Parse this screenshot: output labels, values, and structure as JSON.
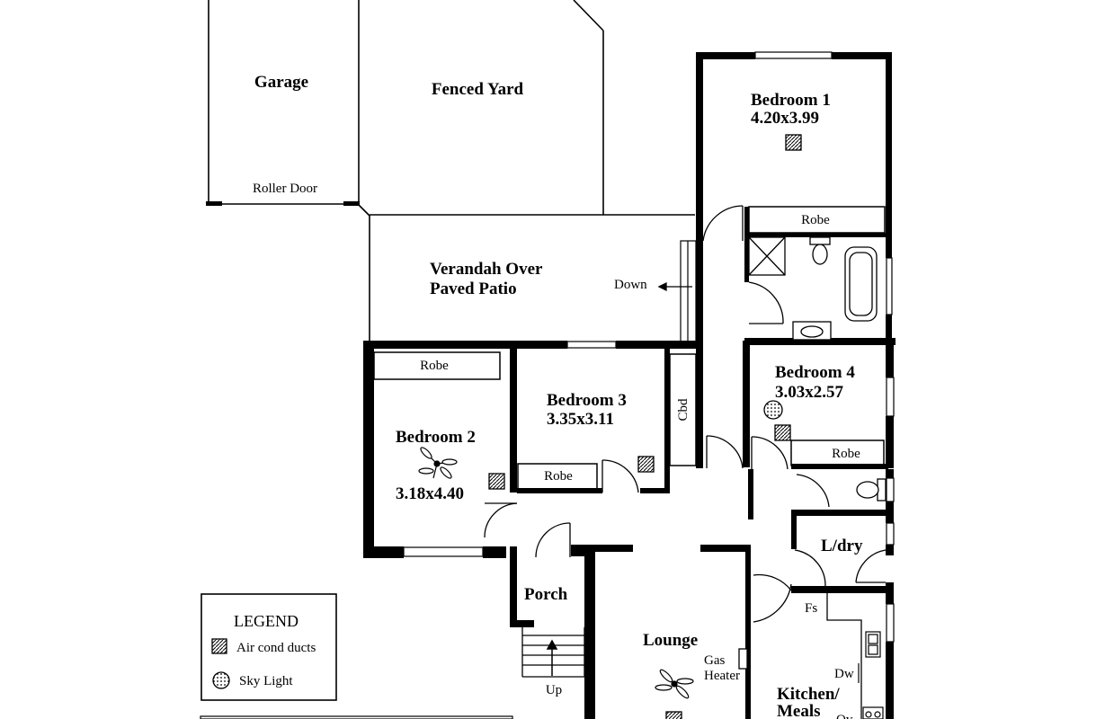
{
  "rooms": {
    "garage": "Garage",
    "fenced_yard": "Fenced Yard",
    "roller_door": "Roller Door",
    "verandah_line1": "Verandah Over",
    "verandah_line2": "Paved Patio",
    "down": "Down",
    "bedroom1_name": "Bedroom 1",
    "bedroom1_size": "4.20x3.99",
    "robe1": "Robe",
    "bedroom2_name": "Bedroom 2",
    "bedroom2_size": "3.18x4.40",
    "robe2": "Robe",
    "bedroom3_name": "Bedroom 3",
    "bedroom3_size": "3.35x3.11",
    "robe3": "Robe",
    "cbd": "Cbd",
    "bedroom4_name": "Bedroom 4",
    "bedroom4_size": "3.03x2.57",
    "robe4": "Robe",
    "ldry": "L/dry",
    "porch": "Porch",
    "up": "Up",
    "lounge": "Lounge",
    "gas_heater_line1": "Gas",
    "gas_heater_line2": "Heater",
    "fs": "Fs",
    "dw": "Dw",
    "kitchen_line1": "Kitchen/",
    "kitchen_line2": "Meals",
    "ov": "Ov"
  },
  "legend": {
    "title": "LEGEND",
    "air_cond": "Air cond ducts",
    "sky_light": "Sky Light"
  },
  "icons": [
    "air-cond-duct-icon",
    "sky-light-icon",
    "ceiling-fan-icon",
    "toilet-icon",
    "bath-icon",
    "shower-icon",
    "basin-icon",
    "stair-arrow-icon",
    "sink-icon",
    "cooktop-icon"
  ]
}
